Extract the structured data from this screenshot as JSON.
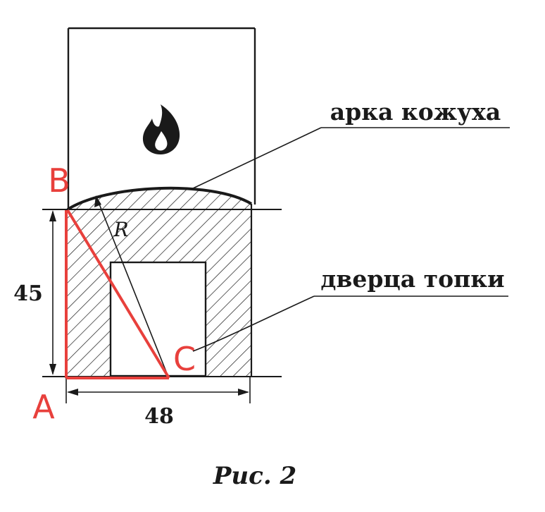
{
  "labels": {
    "arch": "арка кожуха",
    "door": "дверца топки",
    "height": "45",
    "width": "48",
    "radius": "R",
    "point_a": "A",
    "point_b": "B",
    "point_c": "C",
    "caption": "Рис. 2"
  },
  "icons": {
    "flame": "flame-icon"
  },
  "colors": {
    "ink": "#1a1a1a",
    "triangle": "#e8403c"
  }
}
